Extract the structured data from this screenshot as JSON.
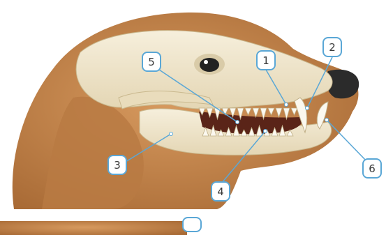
{
  "diagram": {
    "callouts": [
      {
        "id": "1",
        "label": "1"
      },
      {
        "id": "2",
        "label": "2"
      },
      {
        "id": "3",
        "label": "3"
      },
      {
        "id": "4",
        "label": "4"
      },
      {
        "id": "5",
        "label": "5"
      },
      {
        "id": "6",
        "label": "6"
      }
    ]
  },
  "colors": {
    "fur": "#c8874e",
    "fur_dark": "#a86b36",
    "skull": "#efe6cf",
    "callout_border": "#5aa7d6",
    "leader_line": "#5aa7d6"
  }
}
